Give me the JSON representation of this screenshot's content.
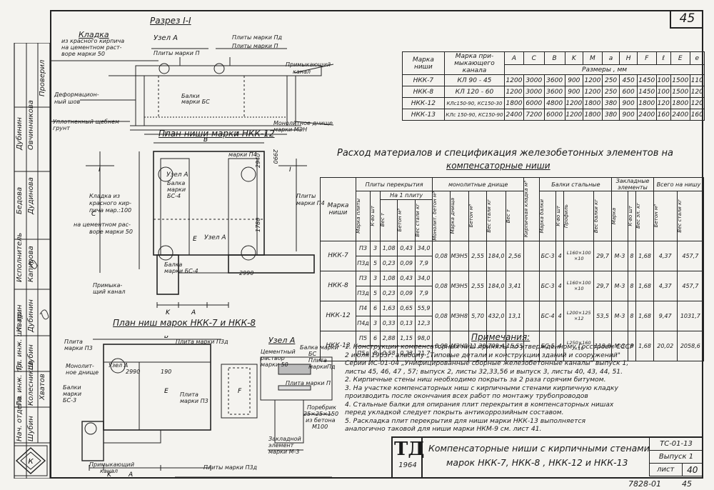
{
  "sheet_number": "45",
  "section_title": "Разрез I-I",
  "plan_titles": {
    "nkk12": "План ниши марки НКК-12",
    "nkk7_8": "План ниш марок НКК-7 и НКК-8",
    "node": "Узел А"
  },
  "section_labels": {
    "masonry": "Кладка",
    "masonry_desc1": "из красного кирпича",
    "masonry_desc2": "на цементном раст-",
    "masonry_desc3": "воре марки 50",
    "node_a": "Узел А",
    "slabs_pg": "Плиты марки Пд",
    "slabs_p": "Плиты марки П",
    "slabs_p2": "Плиты марки П",
    "expansion": "Деформацион-",
    "expansion2": "ный шов",
    "adjoining": "Примыкающий",
    "adjoining2": "канал",
    "beams": "Балки",
    "beams2": "марки БС",
    "crushed": "Уплотненный щебнем",
    "crushed2": "грунт",
    "bottom": "Монолитное днище",
    "bottom2": "марки МЭН"
  },
  "plan_labels": {
    "masonry1": "Кладка из",
    "masonry2": "красного кир-",
    "masonry3": "пича мар.:100",
    "masonry4": "на цементном рас-",
    "masonry5": "воре марки 50",
    "slabs_p4": "Плиты",
    "slabs_p4b": "марки П4",
    "adjoining1": "Примыка-",
    "adjoining2": "щий канал",
    "beam1": "Балка",
    "beam2": "марки",
    "beam3": "БС-4",
    "beam4": "Балка",
    "beam5": "марки БС-4",
    "plate_p3": "Плита",
    "plate_p3b": "марки П3",
    "plate_p3d": "Плита марки П3д",
    "monolithic": "Монолит-",
    "monolithic2": "ное днище",
    "beams_bs3a": "Балки",
    "beams_bs3b": "марки",
    "beams_bs3c": "БС-3",
    "plate_p3_2": "Плита",
    "plate_p3_2b": "марки П3",
    "plates_p3d_bottom": "Плиты марки П3д",
    "adjoining_ch": "Примыкающий",
    "adjoining_ch2": "канал",
    "cement": "Цементный",
    "cement2": "раствор",
    "cement3": "марки 50",
    "beam_bs": "Балка марки",
    "beam_bs2": "БС",
    "plate_p": "Плита",
    "plate_p_b": "марки",
    "plate_p_c": "П",
    "plate_p_d": "Пд",
    "plate_mark_p": "Плита марки П",
    "border1": "Поребрик",
    "border2": "25×25×150",
    "border3": "из бетона",
    "border4": "М100",
    "embed1": "Закладной",
    "embed2": "элемент",
    "embed3": "марки М-3",
    "dims": {
      "d2990": "2990",
      "d2940": "2940",
      "d1780": "1780",
      "d190": "190",
      "d2990b": "2990"
    }
  },
  "dims_table": {
    "headers": [
      "Марка ниши",
      "Марка при- мыкающего канала",
      "A",
      "C",
      "B",
      "K",
      "M",
      "a",
      "H",
      "F",
      "ℓ",
      "E",
      "e"
    ],
    "sizes_label": "Размеры ,  мм",
    "rows": [
      [
        "НКК-7",
        "КЛ 90 - 45",
        "1200",
        "3000",
        "3600",
        "900",
        "1200",
        "250",
        "450",
        "1450",
        "100",
        "1500",
        "110"
      ],
      [
        "НКК-8",
        "КЛ 120 - 60",
        "1200",
        "3000",
        "3600",
        "900",
        "1200",
        "250",
        "600",
        "1450",
        "100",
        "1500",
        "120"
      ],
      [
        "НКК-12",
        "КЛс150-90, КС150-30",
        "1800",
        "6000",
        "4800",
        "1200",
        "1800",
        "380",
        "900",
        "1800",
        "120",
        "1800",
        "120"
      ],
      [
        "НКК-13",
        "КЛс 150-90, КС150-90",
        "2400",
        "7200",
        "6000",
        "1200",
        "1800",
        "380",
        "900",
        "2400",
        "160",
        "2400",
        "160"
      ]
    ]
  },
  "spec": {
    "title1": "Расход материалов и спецификация железобетонных элементов на",
    "title2": "компенсаторные ниши",
    "col_group": {
      "slabs": "Плиты перекрытия",
      "per_slab": "На 1 плиту",
      "monolith": "монолитные днище",
      "brick": "Кирпичная кладка м³",
      "beams": "Балки стальные",
      "embedded": "Закладные элементы",
      "total": "Всего на нишу",
      "niche": "Марка ниши"
    },
    "sub": {
      "mark": "Марка плиты",
      "qty": "К-во шт",
      "weight": "Вес т",
      "concrete": "Бетон м³",
      "steel": "Вес стали кг",
      "mono_conc": "Монолит. бетон м³",
      "mono_mark": "Марка днища",
      "mono_conc2": "Бетон м³",
      "mono_steel": "Вес стали кг",
      "mono_w": "Вес т",
      "bmark": "Марка балки",
      "bqty": "К-во шт",
      "profile": "Профиль",
      "bweight": "Вес балки кг",
      "emark": "Марка",
      "eqty": "К-во шт",
      "ew": "Вес эл. кг",
      "tconc": "Бетон м³",
      "tsteel": "Вес стали кг"
    },
    "rows": [
      {
        "niche": "НКК-7",
        "lines": [
          [
            "П3",
            "3",
            "1,08",
            "0,43",
            "34,0"
          ],
          [
            "П3д",
            "5",
            "0,23",
            "0,09",
            "7,9"
          ]
        ],
        "mono": [
          "0,08",
          "МЭН5",
          "2,55",
          "184,0",
          "2,56"
        ],
        "beam": [
          "БС-3",
          "4",
          "L160×100 ×10",
          "29,7"
        ],
        "emb": [
          "М-3",
          "8",
          "1,68"
        ],
        "total": [
          "4,37",
          "457,7"
        ]
      },
      {
        "niche": "НКК-8",
        "lines": [
          [
            "П3",
            "3",
            "1,08",
            "0,43",
            "34,0"
          ],
          [
            "П3д",
            "5",
            "0,23",
            "0,09",
            "7,9"
          ]
        ],
        "mono": [
          "0,08",
          "МЭН5",
          "2,55",
          "184,0",
          "3,41"
        ],
        "beam": [
          "БС-3",
          "4",
          "L160×100 ×10",
          "29,7"
        ],
        "emb": [
          "М-3",
          "8",
          "1,68"
        ],
        "total": [
          "4,37",
          "457,7"
        ]
      },
      {
        "niche": "НКК-12",
        "lines": [
          [
            "П4",
            "6",
            "1,63",
            "0,65",
            "55,9"
          ],
          [
            "П4д",
            "3",
            "0,33",
            "0,13",
            "12,3"
          ]
        ],
        "mono": [
          "0,08",
          "МЭН8",
          "5,70",
          "432,0",
          "13,1"
        ],
        "beam": [
          "БС-4",
          "4",
          "L200×125 ×12",
          "53,5"
        ],
        "emb": [
          "М-3",
          "8",
          "1,68"
        ],
        "total": [
          "9,47",
          "1031,7"
        ]
      },
      {
        "niche": "НКК-13",
        "lines": [
          [
            "П5",
            "6",
            "2,88",
            "1,15",
            "98,0"
          ],
          [
            "П5д",
            "8",
            "0,58",
            "0,23",
            "21,7"
          ]
        ],
        "mono": [
          "0,08",
          "МЭН9",
          "11,20",
          "799,4",
          "15,55"
        ],
        "beam": [
          "БС-5",
          "4",
          "L250×160 ×16",
          "119,8"
        ],
        "emb": [
          "М-3",
          "8",
          "1,68"
        ],
        "total": [
          "20,02",
          "2058,6"
        ]
      }
    ]
  },
  "notes": {
    "title": "Примечания:",
    "lines": [
      "1. Конструкции компенсаторных ниш приняты по утвержденному Госстроем СССР",
      "2 июля  1963г. альбому „Типовые детали и конструкции зданий и сооружений\"",
      "Серии  ИС-01-04 „Унифицированные сборные железобетонные каналы\" выпуск 1,",
      "листы 45, 46, 47 , 57; выпуск 2, листы 32,33,56 и выпуск 3, листы 40, 43, 44, 51.",
      "2. Кирпичные стены ниш необходимо покрыть за 2 раза горячим битумом.",
      "3. На участке компенсаторных ниш с кирпичными стенами кирпичную кладку",
      "производить после окончания всех работ по монтажу трубопроводов",
      "4. Стальные балки для опирания плит перекрытия в компенсаторных нишах",
      "перед укладкой следует  покрыть антикоррозийным составом.",
      "5. Раскладка плит перекрытия для ниши марки НКК-13 выполняется",
      "аналогично таковой для ниши марки НКМ-9 см. лист 41."
    ]
  },
  "stamp": {
    "logo": "ТД",
    "year": "1964",
    "title1": "Компенсаторные ниши с кирпичными стенами",
    "title2": "марок НКК-7,  НКК-8 , НКК-12 и НКК-13",
    "code": "ТС-01-13",
    "issue": "Выпуск 1",
    "sheet_label": "лист",
    "sheet": "40",
    "archive": "7828-01",
    "archive_sheet": "45"
  },
  "side_block": {
    "rows": [
      {
        "role": "Нач. отдела",
        "name": "Шубин"
      },
      {
        "role": "Гл. инж. пр.",
        "name": "Колесников"
      },
      {
        "role": "Гл. инж. шт. пр.",
        "name": "Шубин"
      },
      {
        "role": "Проверил",
        "name": "Хватов"
      },
      {
        "role": "Исполнитель",
        "name": "Капирова"
      },
      {
        "role": "Кварин",
        "name": "Дубинин"
      },
      {
        "role": "Бедова",
        "name": "Дудинова"
      },
      {
        "role": "Дубинин",
        "name": "Овчинникова"
      }
    ]
  }
}
